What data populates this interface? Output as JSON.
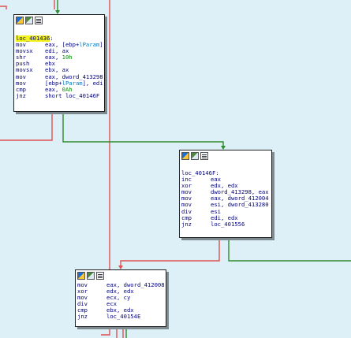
{
  "blocks": [
    {
      "label": "loc_401436",
      "label_suffix": ":",
      "lines": [
        {
          "m": "mov",
          "o": "eax, [ebp+lParam]"
        },
        {
          "m": "movsx",
          "o": "edi, ax"
        },
        {
          "m": "shr",
          "o": "eax, 10h"
        },
        {
          "m": "push",
          "o": "ebx"
        },
        {
          "m": "movsx",
          "o": "ebx, ax"
        },
        {
          "m": "mov",
          "o": "eax, dword_413298"
        },
        {
          "m": "mov",
          "o": "[ebp+lParam], edi"
        },
        {
          "m": "cmp",
          "o": "eax, 0Ah"
        },
        {
          "m": "jnz",
          "o": "short loc_40146F"
        }
      ]
    },
    {
      "label": "loc_40146F:",
      "lines": [
        {
          "m": "inc",
          "o": "eax"
        },
        {
          "m": "xor",
          "o": "edx, edx"
        },
        {
          "m": "mov",
          "o": "dword_413298, eax"
        },
        {
          "m": "mov",
          "o": "eax, dword_412004"
        },
        {
          "m": "mov",
          "o": "esi, dword_413280"
        },
        {
          "m": "div",
          "o": "esi"
        },
        {
          "m": "cmp",
          "o": "edi, edx"
        },
        {
          "m": "jnz",
          "o": "loc_401556"
        }
      ]
    },
    {
      "lines": [
        {
          "m": "mov",
          "o": "eax, dword_412008"
        },
        {
          "m": "xor",
          "o": "edx, edx"
        },
        {
          "m": "mov",
          "o": "ecx, cy"
        },
        {
          "m": "div",
          "o": "ecx"
        },
        {
          "m": "cmp",
          "o": "ebx, edx"
        },
        {
          "m": "jnz",
          "o": "loc_40154E"
        }
      ]
    }
  ],
  "colors": {
    "true_edge": "#2e8b2e",
    "false_edge": "#e05050",
    "highlight": "#f3f319",
    "background": "#ddf0f7"
  }
}
